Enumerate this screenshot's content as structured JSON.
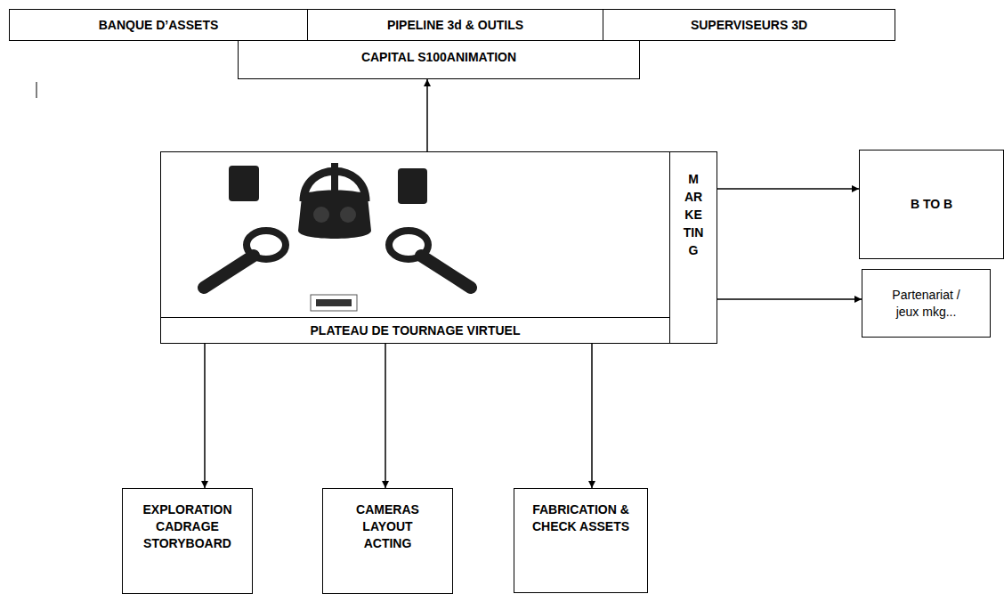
{
  "diagram": {
    "nodes": [
      {
        "text": [
          "BANQUE D’ASSETS"
        ]
      },
      {
        "text": [
          "PIPELINE 3d & OUTILS"
        ]
      },
      {
        "text": [
          "SUPERVISEURS 3D"
        ]
      },
      {
        "text": [
          "CAPITAL S100ANIMATION"
        ]
      },
      {
        "text": [
          "PLATEAU DE TOURNAGE VIRTUEL"
        ]
      },
      {
        "text": [
          "M AR KE TIN G"
        ]
      },
      {
        "text": [
          "B TO B"
        ]
      },
      {
        "text": [
          "Partenariat / jeux mkg..."
        ]
      },
      {
        "text": [
          "EXPLORATION CADRAGE STORYBOARD"
        ]
      },
      {
        "text": [
          "CAMERAS LAYOUT ACTING"
        ]
      },
      {
        "text": [
          "FABRICATION & CHECK ASSETS"
        ]
      }
    ],
    "edges": [
      {
        "from": 4,
        "to": 3,
        "arrow": "to"
      },
      {
        "from": 5,
        "to": 6,
        "arrow": "to"
      },
      {
        "from": 5,
        "to": 7,
        "arrow": "to"
      },
      {
        "from": 4,
        "to": 8,
        "arrow": "to"
      },
      {
        "from": 4,
        "to": 9,
        "arrow": "to"
      },
      {
        "from": 4,
        "to": 10,
        "arrow": "to"
      }
    ]
  }
}
